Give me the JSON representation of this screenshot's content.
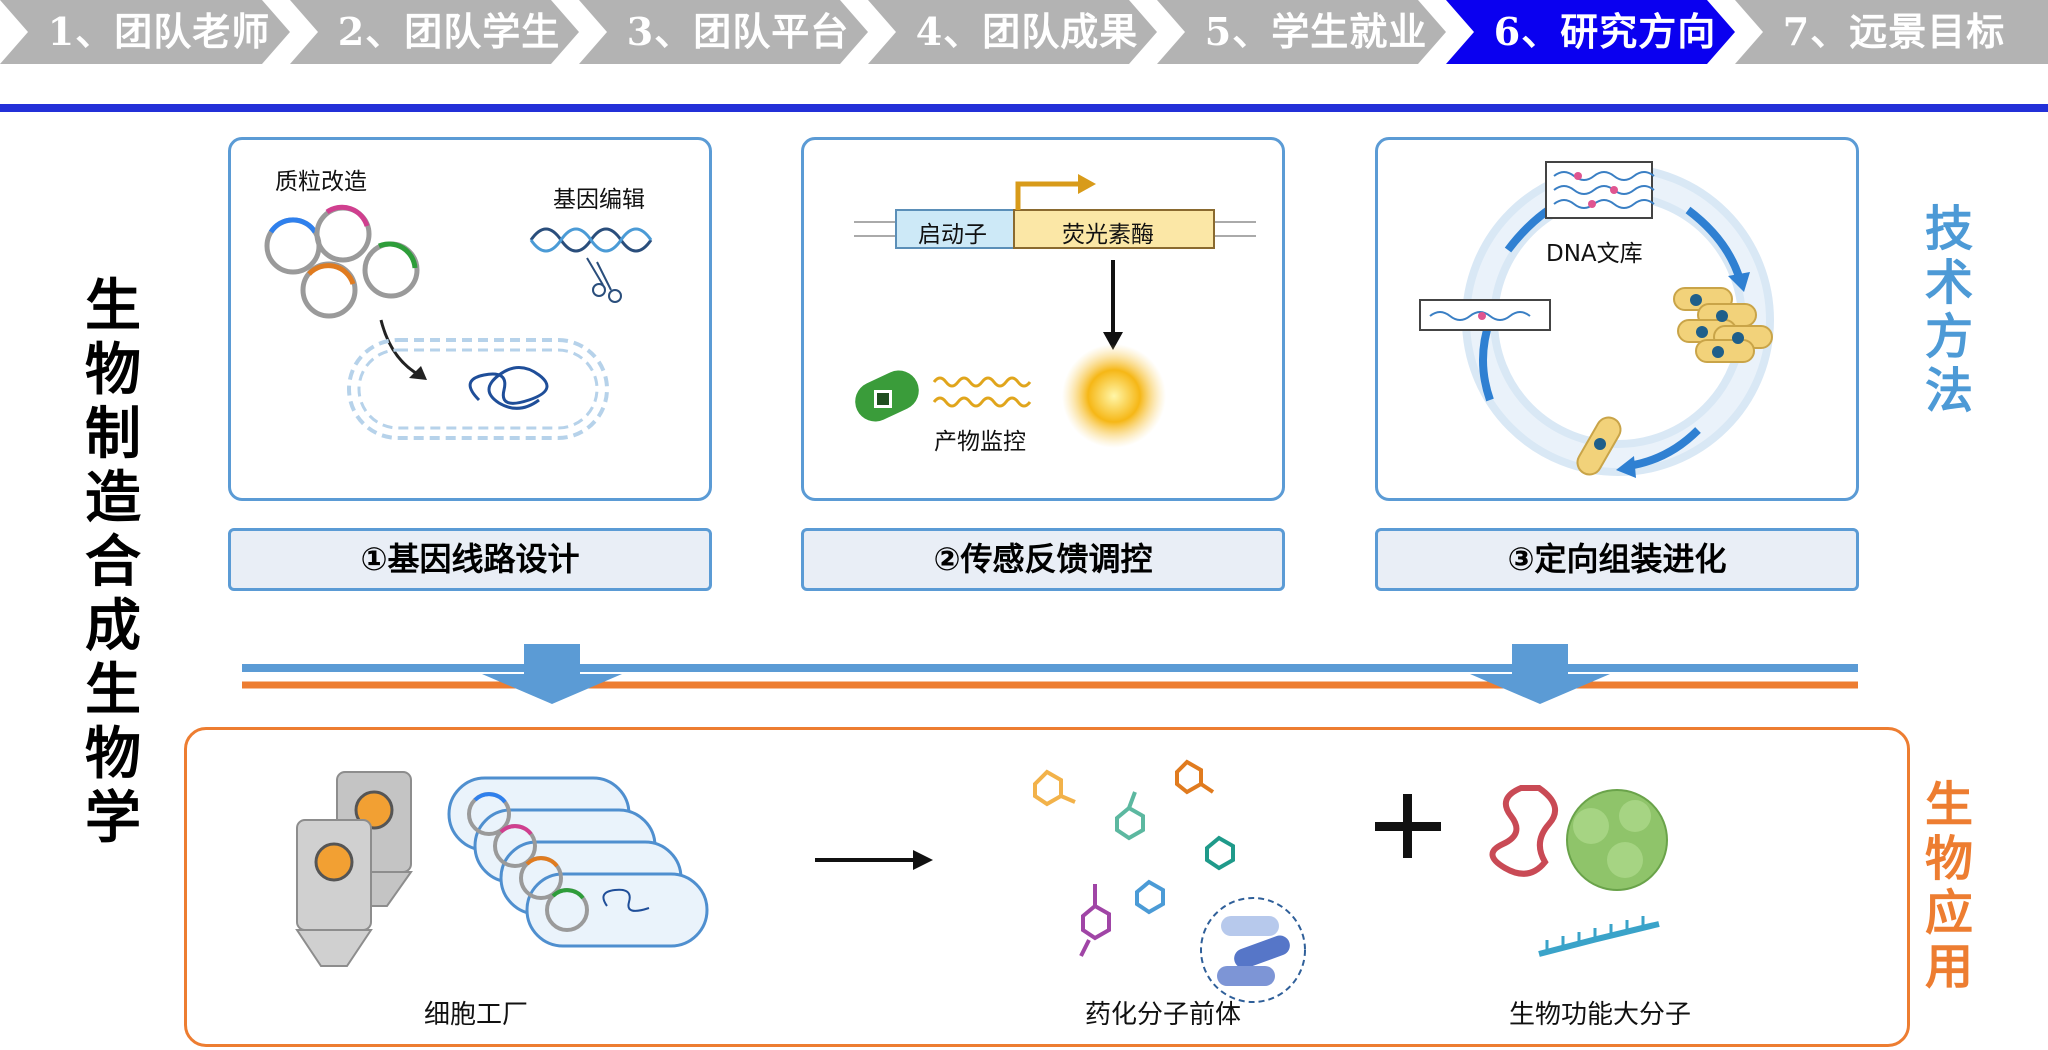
{
  "nav": {
    "items": [
      {
        "label": "1、团队老师",
        "active": false
      },
      {
        "label": "2、团队学生",
        "active": false
      },
      {
        "label": "3、团队平台",
        "active": false
      },
      {
        "label": "4、团队成果",
        "active": false
      },
      {
        "label": "5、学生就业",
        "active": false
      },
      {
        "label": "6、研究方向",
        "active": true
      },
      {
        "label": "7、远景目标",
        "active": false
      }
    ],
    "inactive_color": "#b3b3b3",
    "active_color": "#0a00f0",
    "divider_color": "#2330d8"
  },
  "main_title": "生物制造合成生物学",
  "side": {
    "methods": "技术方法",
    "applications": "生物应用"
  },
  "panels": [
    {
      "caption": "①基因线路设计",
      "labels": {
        "plasmid": "质粒改造",
        "gene_edit": "基因编辑"
      }
    },
    {
      "caption": "②传感反馈调控",
      "labels": {
        "promoter": "启动子",
        "luciferase": "荧光素酶",
        "monitor": "产物监控"
      }
    },
    {
      "caption": "③定向组装进化",
      "labels": {
        "library": "DNA文库"
      }
    }
  ],
  "applications": {
    "cell_factory": "细胞工厂",
    "drug_precursor": "药化分子前体",
    "macromolecule": "生物功能大分子"
  },
  "colors": {
    "panel_border": "#5b9bd5",
    "caption_fill": "#e9eef6",
    "app_border": "#ed7d31",
    "method_label": "#4d9ad6",
    "app_label": "#ed7d31"
  }
}
